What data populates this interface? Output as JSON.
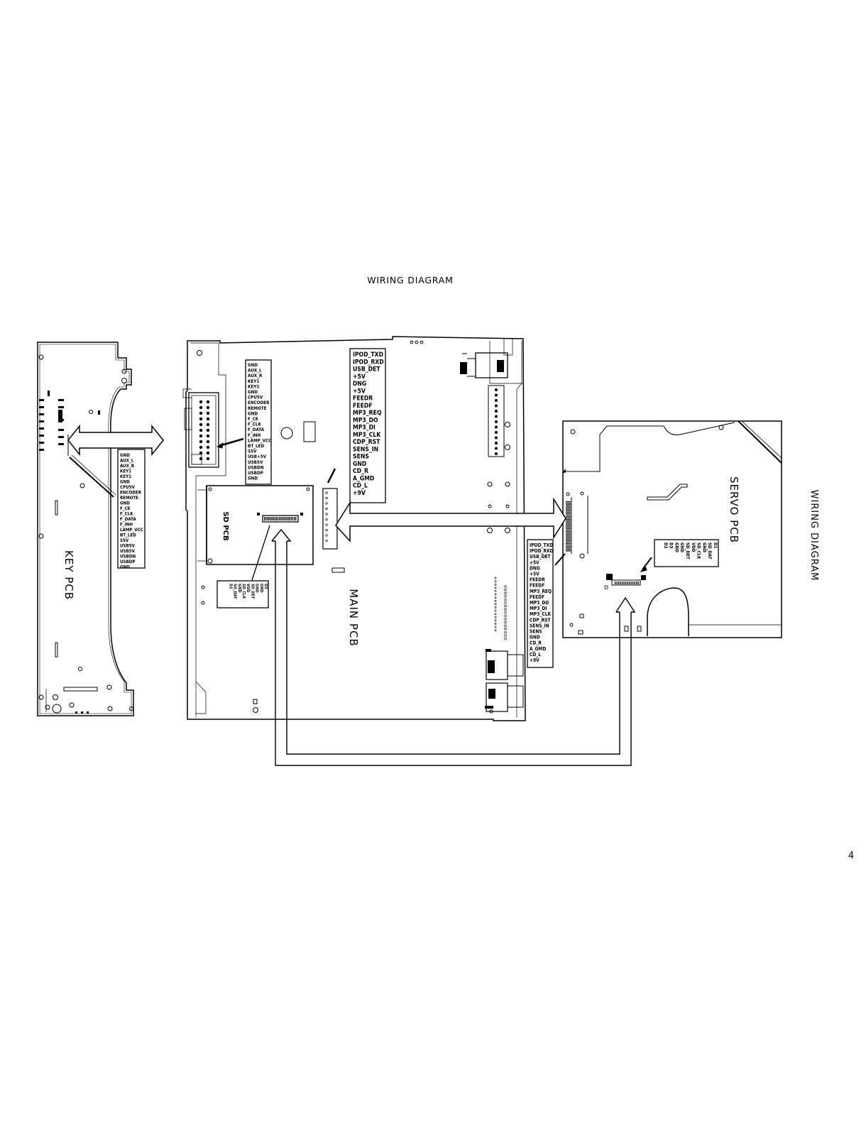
{
  "title": "WIRING DIAGRAM",
  "side_title": "WIRING DIAGRAM",
  "page_number": "4",
  "boards": {
    "key": "KEY PCB",
    "main": "MAIN PCB",
    "sd": "SD PCB",
    "servo": "SERVO PCB"
  },
  "connectors": {
    "key_pins": [
      "GND",
      "AUX_L",
      "AUX_R",
      "KEY1",
      "KEY2",
      "GND",
      "CPU5V",
      "ENCODER",
      "REMOTE",
      "GND",
      "F_CE",
      "F_CLK",
      "F_DATA",
      "F_INH",
      "LAMP_VCC",
      "BT_LED",
      "S5V",
      "USB5V",
      "USB5V",
      "USBDN",
      "USBDP",
      "GND"
    ],
    "main_key_pins": [
      "GND",
      "AUX_L",
      "AUX_R",
      "KEY1",
      "KEY2",
      "GND",
      "CPU5V",
      "ENCODER",
      "REMOTE",
      "GND",
      "F_CE",
      "F_CLK",
      "F_DATA",
      "F_INH",
      "LAMP_VCC",
      "BT_LED",
      "S5V",
      "USB+5V",
      "USB5V",
      "USBDN",
      "USBDP",
      "GND"
    ],
    "main_servo_pins": [
      "IPOD_TXD",
      "IPOD_RXD",
      "USB_DET",
      "+5V",
      "DNG",
      "+5V",
      "FEEDR",
      "FEEDF",
      "MP3_REQ",
      "MP3_DO",
      "MP3_DI",
      "MP3_CLK",
      "CDP_RST",
      "SENS_IN",
      "SENS",
      "GND",
      "CD_R",
      "A_GMD",
      "CD_L",
      "+9V"
    ],
    "servo_main_pins": [
      "IPOD_TXD",
      "IPOD_RXD",
      "USB_DET",
      "+5V",
      "DNG",
      "+5V",
      "FEEDR",
      "FEEDF",
      "MP3_REQ",
      "FEEDF",
      "MP3_DO",
      "MP3_DI",
      "MP3_CLK",
      "CDP_RST",
      "SENS_IN",
      "SENS",
      "GND",
      "CD_R",
      "A_GMD",
      "CD_L",
      "+9V"
    ],
    "sd_pins": [
      "D3",
      "GND",
      "GND",
      "SD_DET",
      "VDD",
      "SD_CLK",
      "GND",
      "SD_DAT",
      "D1"
    ],
    "servo_sd_pins": [
      "D1",
      "SD_DAT",
      "GND",
      "SD_CLK",
      "VDD",
      "SD_DET",
      "GND",
      "GND",
      "D3",
      "D2"
    ]
  }
}
